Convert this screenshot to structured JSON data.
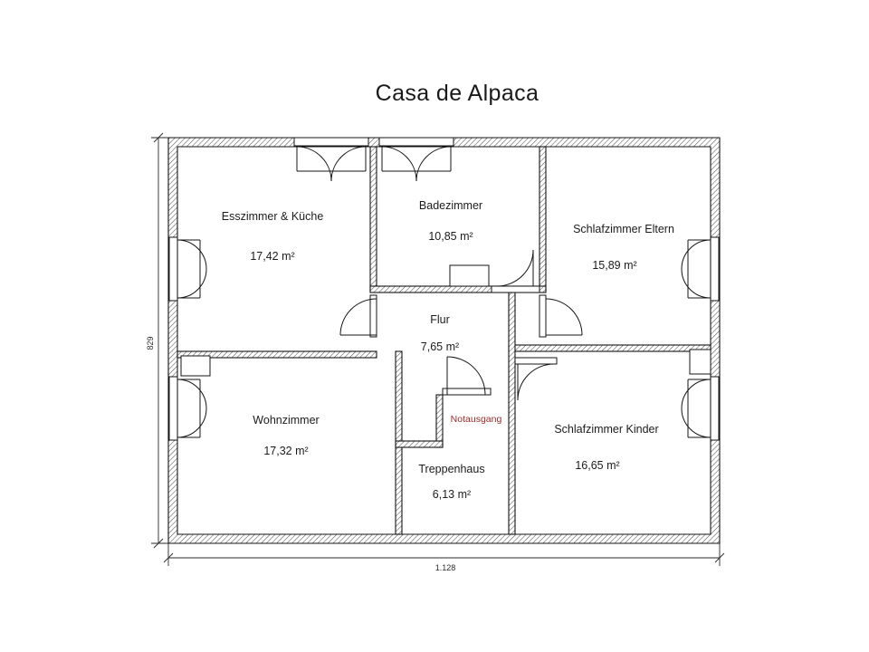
{
  "title": "Casa de Alpaca",
  "colors": {
    "wall": "#141414",
    "text": "#1c1c1c",
    "note": "#9e2a2a",
    "background": "#ffffff"
  },
  "dimensions": {
    "width_label": "1.128",
    "height_label": "829"
  },
  "area_unit": "m²",
  "rooms": [
    {
      "id": "esszimmer",
      "name": "Esszimmer & Küche",
      "area": "17,42 m²"
    },
    {
      "id": "badezimmer",
      "name": "Badezimmer",
      "area": "10,85 m²"
    },
    {
      "id": "schlafzimmer-eltern",
      "name": "Schlafzimmer Eltern",
      "area": "15,89 m²"
    },
    {
      "id": "flur",
      "name": "Flur",
      "area": "7,65 m²"
    },
    {
      "id": "wohnzimmer",
      "name": "Wohnzimmer",
      "area": "17,32 m²"
    },
    {
      "id": "schlafzimmer-kinder",
      "name": "Schlafzimmer Kinder",
      "area": "16,65 m²"
    },
    {
      "id": "treppenhaus",
      "name": "Treppenhaus",
      "area": "6,13 m²"
    }
  ],
  "annotations": [
    {
      "id": "notausgang",
      "label": "Notausgang"
    }
  ]
}
